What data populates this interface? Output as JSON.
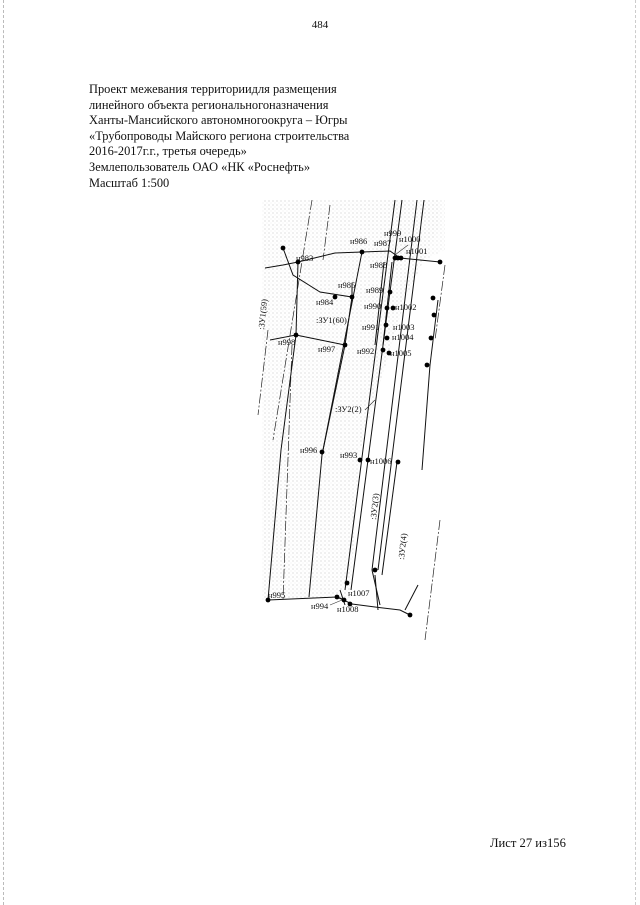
{
  "page_number": "484",
  "title_lines": [
    "Проект межевания территориидля размещения",
    "линейного объекта региональногоназначения",
    "Ханты-Мансийского автономногоокруга – Югры",
    "«Трубопроводы Майского региона строительства",
    "2016-2017г.г., третья очередь»",
    "Землепользователь ОАО «НК «Роснефть»",
    "Масштаб 1:500"
  ],
  "sheet_label": "Лист 27 из156",
  "points": {
    "p983": "н983",
    "p984": "н984",
    "p985": "н985",
    "p986": "н986",
    "p987": "н987",
    "p988": "н988",
    "p989": "н989",
    "p990": "н990",
    "p991": "н991",
    "p992": "н992",
    "p993": "н993",
    "p994": "н994",
    "p995": "н995",
    "p996": "н996",
    "p997": "н997",
    "p998": "н998",
    "p999": "н999",
    "p1000": "н1000",
    "p1001": "н1001",
    "p1002": "н1002",
    "p1003": "н1003",
    "p1004": "н1004",
    "p1005": "н1005",
    "p1006": "н1006",
    "p1007": "н1007",
    "p1008": "н1008"
  },
  "zones": {
    "zu1_59": ":ЗУ1(59)",
    "zu1_60": ":ЗУ1(60)",
    "zu2_2": ":ЗУ2(2)",
    "zu2_3": ":ЗУ2(3)",
    "zu2_4": ":ЗУ2(4)"
  }
}
